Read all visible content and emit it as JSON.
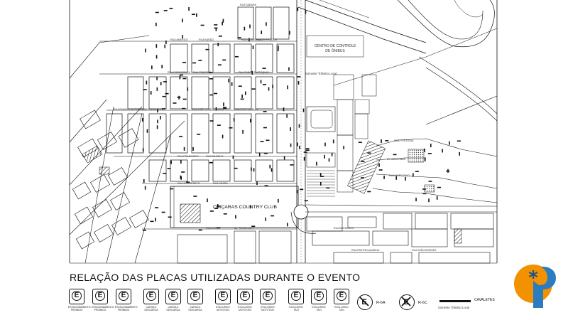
{
  "map": {
    "labels": {
      "centro": "CENTRO DE CONTROLE\nDE ÔNIBUS",
      "transito_local": "Somente Trânsito Local",
      "club": "CAIÇARAS COUNTRY CLUB",
      "streets": [
        "RUA SABARÁ",
        "RUA AMERICO",
        "RUA BARÃO",
        "RUA CONTORNO",
        "RUA IMPERADOR",
        "RUA ITAPECERICA",
        "RUA TIBURCIO",
        "RUA PADRE EUSTÁQUIO",
        "RUA PANDIA CALÓGERAS",
        "RUA PADRE JULIO",
        "RUA JOÃO JOSÉ COURRA",
        "RUA DOS CANELAS",
        "RUA FRANCISCO",
        "RUA BRASÍLIA",
        "RUA OUROPRETO",
        "RUA CEARÁ",
        "RUA GOIÁS",
        "AV. SILVA LOBO",
        "RUA BERNARDO",
        "RUA PORTUGAL",
        "AV. AMAZONAS",
        "RUA OURO FINO",
        "RUA PASTOR ALMEIDA",
        "RUA JOÃO BORGES"
      ]
    }
  },
  "legend": {
    "title": "RELAÇÃO DAS PLACAS UTILIZADAS DURANTE O EVENTO",
    "signs": [
      {
        "symbol": "E",
        "caption": "ESTACIONAMENTO\nPROIBIDO"
      },
      {
        "symbol": "E",
        "caption": "ESTACIONAMENTO\nPROIBIDO"
      },
      {
        "symbol": "E",
        "caption": "ESTACIONAMENTO\nPROIBIDO"
      },
      {
        "symbol": "E",
        "caption": "CARGA E\nDESCARGA"
      },
      {
        "symbol": "E",
        "caption": "CARGA E\nDESCARGA"
      },
      {
        "symbol": "E",
        "caption": "CARGA E\nDESCARGA"
      },
      {
        "symbol": "E",
        "caption": "EXCLUSIVO\nMOTOTÁXI"
      },
      {
        "symbol": "E",
        "caption": "EXCLUSIVO\nMOTOTÁXI"
      },
      {
        "symbol": "E",
        "caption": "EXCLUSIVO\nMOTOTÁXI"
      },
      {
        "symbol": "E",
        "caption": "EXCLUSIVO\nTÁXI"
      },
      {
        "symbol": "E",
        "caption": "EXCLUSIVO\nTÁXI"
      },
      {
        "symbol": "E",
        "caption": "EXCLUSIVO\nTÁXI"
      }
    ],
    "regulatory": [
      {
        "code": "R-6A",
        "icon": "no-parking-sign-icon"
      },
      {
        "code": "R-6C",
        "icon": "no-stopping-sign-icon"
      }
    ],
    "cavaletes_label": "CAVALETES",
    "local_label": "Somente Trânsito Local"
  },
  "colors": {
    "ink": "#111111",
    "logo_orange": "#f39200",
    "logo_blue": "#2b7cc1"
  }
}
